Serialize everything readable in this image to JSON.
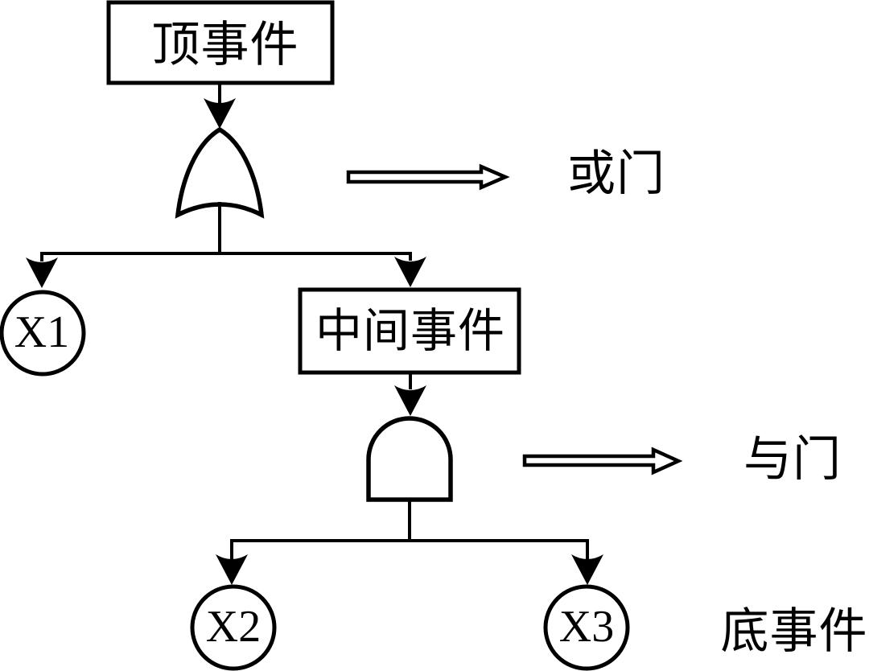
{
  "colors": {
    "ink": "#000000",
    "background": "#ffffff"
  },
  "diagram": {
    "top_event": {
      "label": "顶事件"
    },
    "or_gate": {
      "annotation": "或门"
    },
    "basic_event_x1": {
      "label": "X1"
    },
    "intermediate_event": {
      "label": "中间事件"
    },
    "and_gate": {
      "annotation": "与门"
    },
    "basic_event_x2": {
      "label": "X2"
    },
    "basic_event_x3": {
      "label": "X3"
    },
    "bottom_events": {
      "annotation": "底事件"
    }
  }
}
